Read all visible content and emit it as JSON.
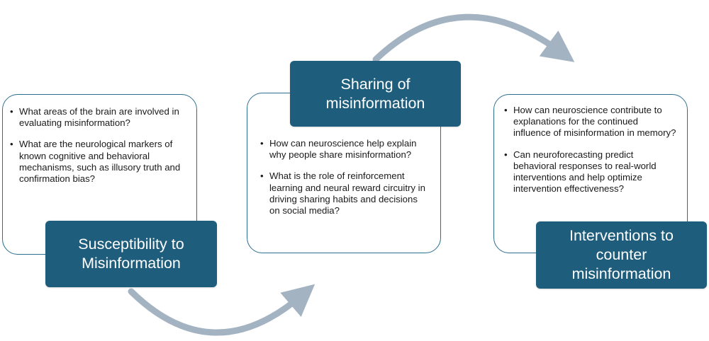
{
  "diagram": {
    "stages": [
      {
        "title": "Susceptibility to Misinformation",
        "questions": [
          "What areas of the brain are involved in evaluating misinformation?",
          "What are the neurological markers of known cognitive and behavioral mechanisms, such as illusory truth and confirmation bias?"
        ]
      },
      {
        "title": "Sharing of misinformation",
        "questions": [
          "How can neuroscience help explain why people share misinformation?",
          "What is the role of reinforcement learning and neural reward circuitry in driving sharing habits and decisions on social media?"
        ]
      },
      {
        "title": "Interventions to counter misinformation",
        "questions": [
          "How can neuroscience contribute to explanations for the continued influence of misinformation in memory?",
          "Can neuroforecasting predict behavioral responses to real-world interventions and help optimize intervention effectiveness?"
        ]
      }
    ],
    "colors": {
      "tag_fill": "#1f5d7d",
      "card_border": "#2c6e8f",
      "arrow": "#a3b3c2"
    }
  }
}
